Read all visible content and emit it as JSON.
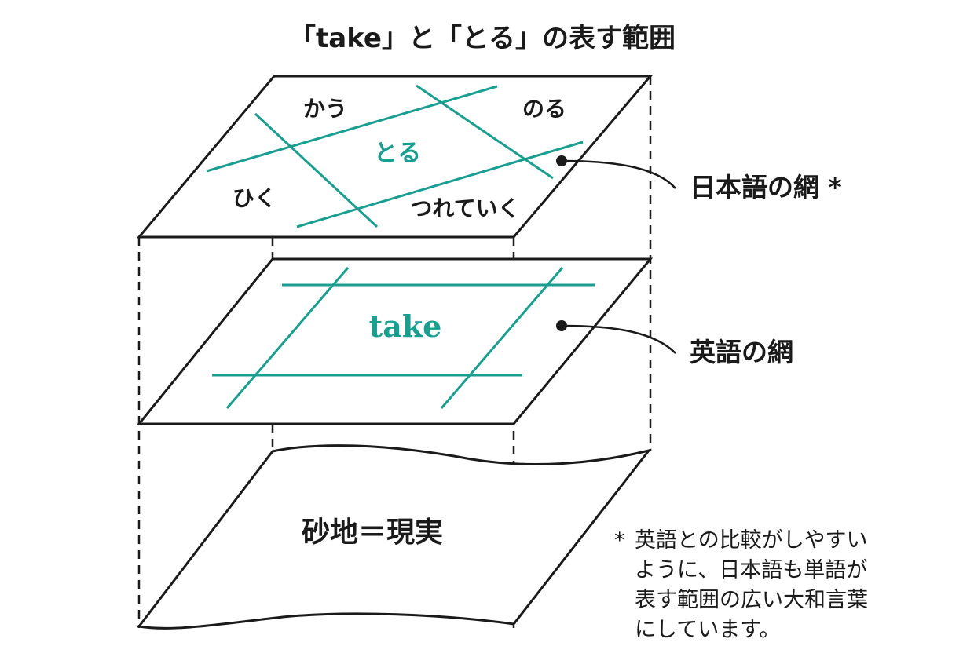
{
  "title": "「take」と「とる」の表す範囲",
  "japanese_net": {
    "label": "日本語の網 *",
    "words": [
      "かう",
      "のる",
      "とる",
      "ひく",
      "つれていく"
    ]
  },
  "english_net": {
    "label": "英語の網",
    "word": "take"
  },
  "ground": {
    "label": "砂地＝現実"
  },
  "footnote": {
    "star": "*",
    "lines": [
      "英語との比較がしやすい",
      "ように、日本語も単語が",
      "表す範囲の広い大和言葉",
      "にしています。"
    ]
  },
  "colors": {
    "accent": "#1a9e8f",
    "ink": "#1a1a1a"
  }
}
